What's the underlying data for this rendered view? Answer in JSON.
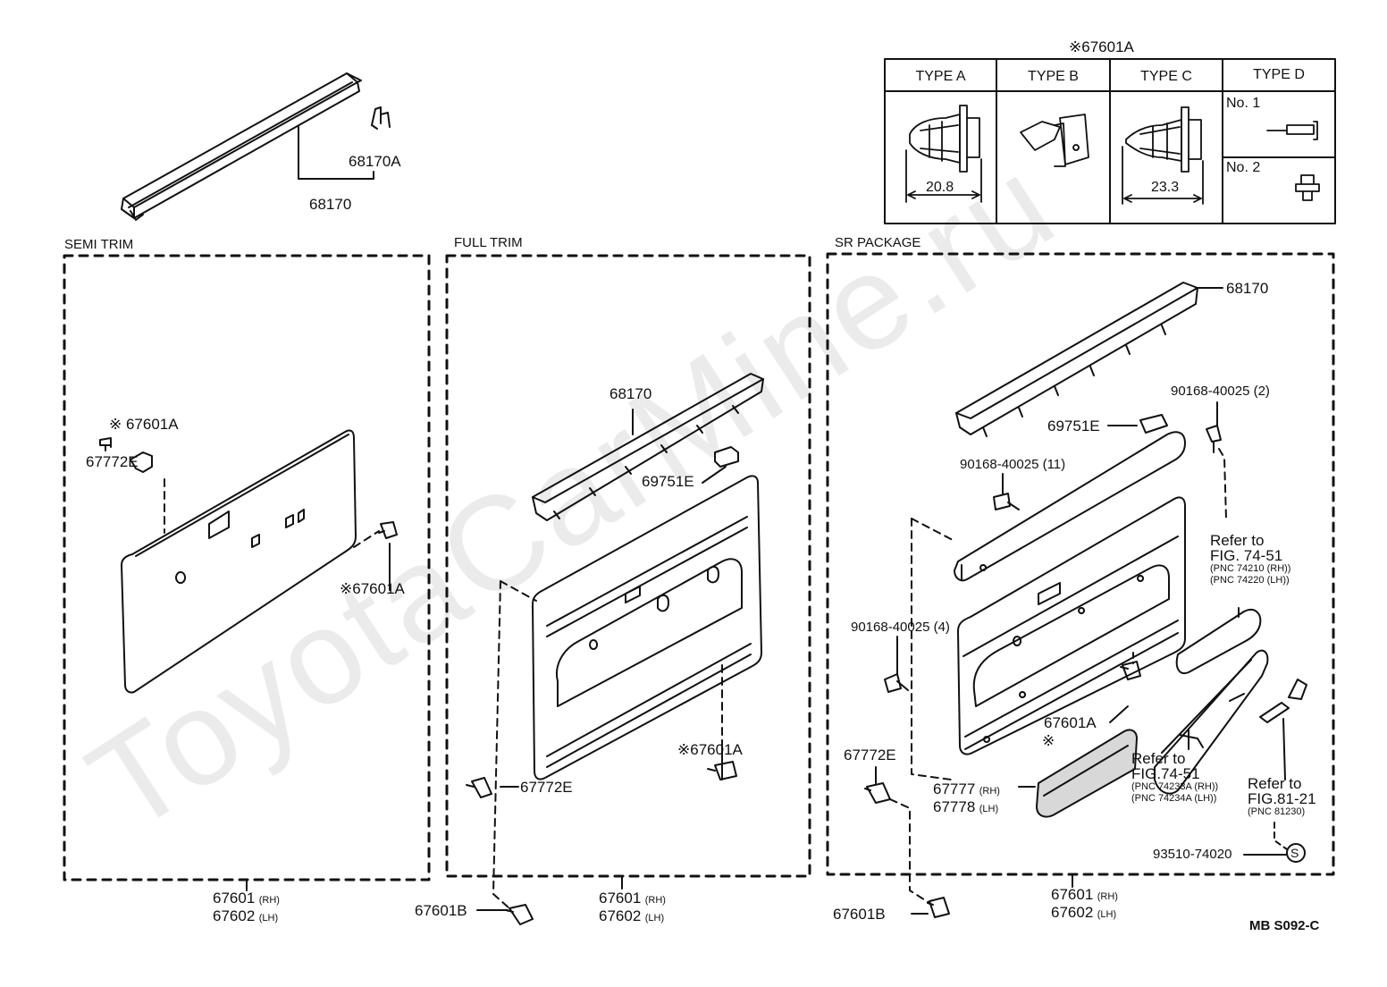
{
  "watermark": "ToyotaCarMine.ru",
  "clip_table": {
    "title": "※67601A",
    "types": [
      "TYPE A",
      "TYPE B",
      "TYPE C",
      "TYPE D"
    ],
    "dims": [
      "20.8",
      "23.3"
    ],
    "type_d_items": [
      "No. 1",
      "No. 2"
    ]
  },
  "top_part": {
    "labels": [
      "68170A",
      "68170"
    ]
  },
  "sections": {
    "semi": {
      "title": "SEMI TRIM",
      "labels": [
        "※ 67601A",
        "67772E",
        "※67601A"
      ],
      "bottom": {
        "rh_num": "67601",
        "rh_tag": "(RH)",
        "lh_num": "67602",
        "lh_tag": "(LH)"
      }
    },
    "full": {
      "title": "FULL TRIM",
      "labels": [
        "68170",
        "69751E",
        "※67601A",
        "67772E",
        "67601B"
      ],
      "bottom": {
        "rh_num": "67601",
        "rh_tag": "(RH)",
        "lh_num": "67602",
        "lh_tag": "(LH)"
      }
    },
    "sr": {
      "title": "SR PACKAGE",
      "labels": {
        "top_rail": "68170",
        "screw_2": "90168-40025 (2)",
        "clip_e": "69751E",
        "screw_11": "90168-40025 (11)",
        "screw_4": "90168-40025 (4)",
        "clip_a": "67601A",
        "asterisk": "※",
        "clip_772e": "67772E",
        "screw_s": "93510-74020",
        "s_mark": "S",
        "bottom_b": "67601B"
      },
      "ref1": {
        "l1": "Refer to",
        "l2": "FIG. 74-51",
        "l3": "(PNC 74210 (RH))",
        "l4": "(PNC 74220 (LH))"
      },
      "ref2": {
        "l1": "Refer to",
        "l2": "FIG.74-51",
        "l3": "(PNC 74233A (RH))",
        "l4": "(PNC 74234A (LH))"
      },
      "ref3": {
        "l1": "Refer to",
        "l2": "FIG.81-21",
        "l3": "(PNC 81230)"
      },
      "pocket": {
        "rh_num": "67777",
        "rh_tag": "(RH)",
        "lh_num": "67778",
        "lh_tag": "(LH)"
      },
      "bottom": {
        "rh_num": "67601",
        "rh_tag": "(RH)",
        "lh_num": "67602",
        "lh_tag": "(LH)"
      }
    }
  },
  "figure_code": "MB S092-C"
}
